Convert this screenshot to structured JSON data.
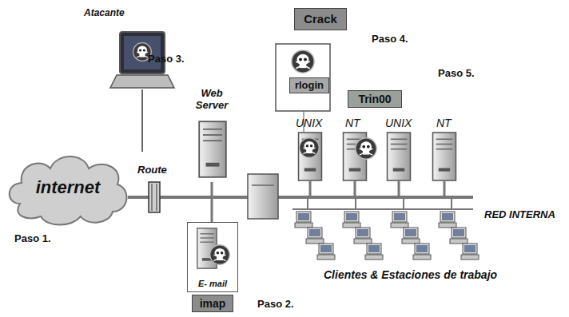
{
  "diagram": {
    "nodes": [
      {
        "text": [
          "internet"
        ]
      },
      {
        "text": [
          "Crack"
        ]
      },
      {
        "text": [
          "rlogin"
        ]
      },
      {
        "text": [
          "Trin00"
        ]
      },
      {
        "text": [
          "E- mail"
        ]
      },
      {
        "text": [
          "imap"
        ]
      }
    ],
    "labels": [
      "Atacante",
      "Paso 3.",
      "Paso 4.",
      "Paso 5.",
      "Web Server",
      "Route",
      "UNIX",
      "NT",
      "UNIX",
      "NT",
      "RED INTERNA",
      "Paso 1.",
      "Paso 2.",
      "Clientes & Estaciones de trabajo"
    ]
  }
}
